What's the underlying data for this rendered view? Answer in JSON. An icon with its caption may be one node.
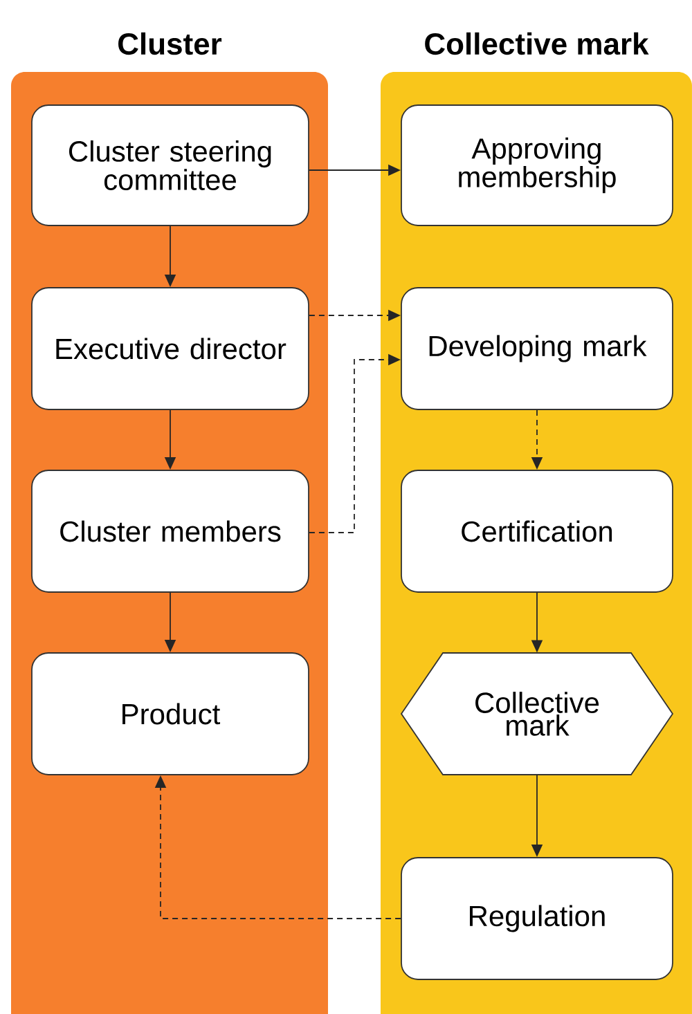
{
  "diagram": {
    "nodes": [
      {
        "text": [
          "Cluster"
        ]
      },
      {
        "text": [
          "Cluster steering committee"
        ],
        "in": 0
      },
      {
        "text": [
          "Executive director"
        ],
        "in": 0
      },
      {
        "text": [
          "Cluster members"
        ],
        "in": 0
      },
      {
        "text": [
          "Product"
        ],
        "in": 0
      },
      {
        "text": [
          "Collective mark"
        ]
      },
      {
        "text": [
          "Approving membership"
        ],
        "in": 5
      },
      {
        "text": [
          "Developing mark"
        ],
        "in": 5
      },
      {
        "text": [
          "Certification"
        ],
        "in": 5
      },
      {
        "text": [
          "Collective mark"
        ],
        "in": 5
      },
      {
        "text": [
          "Regulation"
        ],
        "in": 5
      }
    ],
    "edges": [
      {
        "from": 1,
        "to": 6,
        "arrow": "to"
      },
      {
        "from": 1,
        "to": 2,
        "arrow": "to"
      },
      {
        "from": 2,
        "to": 7,
        "arrow": "to",
        "style": "dashed"
      },
      {
        "from": 2,
        "to": 3,
        "arrow": "to"
      },
      {
        "from": 3,
        "to": 7,
        "arrow": "to",
        "style": "dashed"
      },
      {
        "from": 3,
        "to": 4,
        "arrow": "to"
      },
      {
        "from": 7,
        "to": 8,
        "arrow": "to",
        "style": "dashed"
      },
      {
        "from": 8,
        "to": 9,
        "arrow": "to"
      },
      {
        "from": 9,
        "to": 10,
        "arrow": "to"
      },
      {
        "from": 10,
        "to": 4,
        "arrow": "to",
        "style": "dashed"
      }
    ]
  }
}
